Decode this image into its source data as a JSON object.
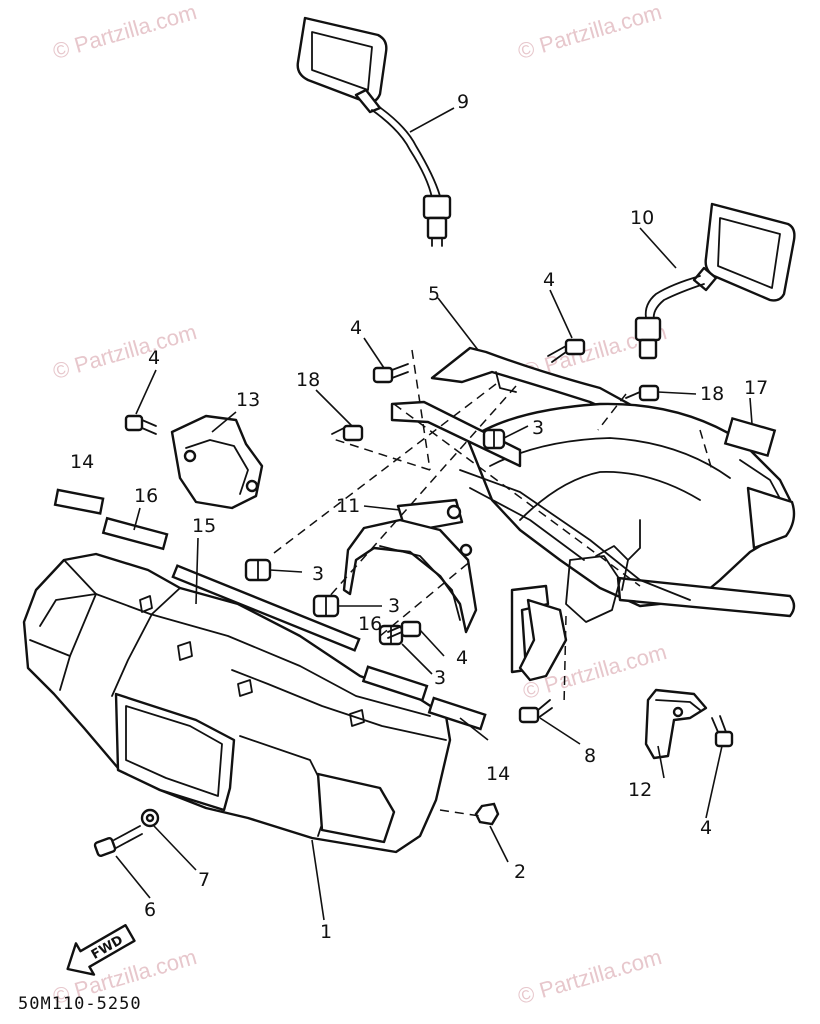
{
  "watermark": "© Partzilla.com",
  "diagram_code": "50M110-5250",
  "fwd_label": "FWD",
  "callouts": {
    "c1": "1",
    "c2": "2",
    "c3a": "3",
    "c3b": "3",
    "c3c": "3",
    "c3d": "3",
    "c4a": "4",
    "c4b": "4",
    "c4c": "4",
    "c4d": "4",
    "c4e": "4",
    "c5": "5",
    "c6": "6",
    "c7": "7",
    "c8": "8",
    "c9": "9",
    "c10": "10",
    "c11": "11",
    "c12": "12",
    "c13": "13",
    "c14a": "14",
    "c14b": "14",
    "c15": "15",
    "c16a": "16",
    "c16b": "16",
    "c17": "17",
    "c18a": "18",
    "c18b": "18"
  }
}
